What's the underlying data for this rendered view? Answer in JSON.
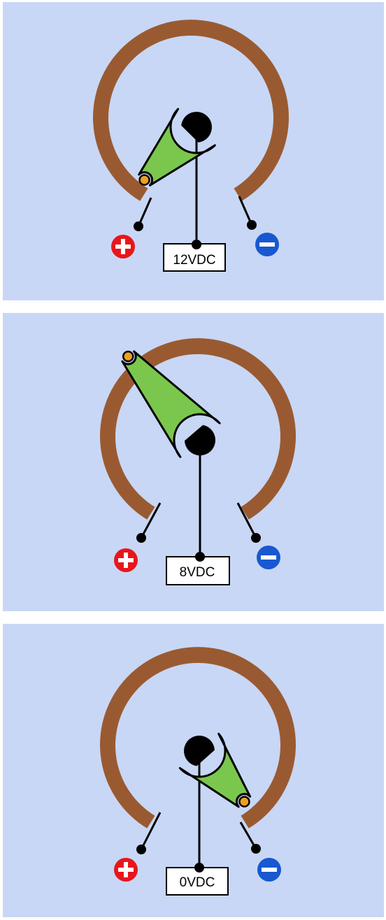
{
  "panels": [
    {
      "voltage_label": "12VDC",
      "wiper_position": 0.0
    },
    {
      "voltage_label": "8VDC",
      "wiper_position": 0.33
    },
    {
      "voltage_label": "0VDC",
      "wiper_position": 1.0
    }
  ],
  "terminals": {
    "positive": "+",
    "negative": "−"
  },
  "colors": {
    "background": "#c8d7f5",
    "resistive_track": "#9a5a31",
    "wiper": "#7bc74e",
    "wiper_contact": "#f0a020",
    "positive_terminal": "#e8161b",
    "negative_terminal": "#1858d0"
  },
  "icons": [
    "plus-terminal-icon",
    "minus-terminal-icon"
  ]
}
